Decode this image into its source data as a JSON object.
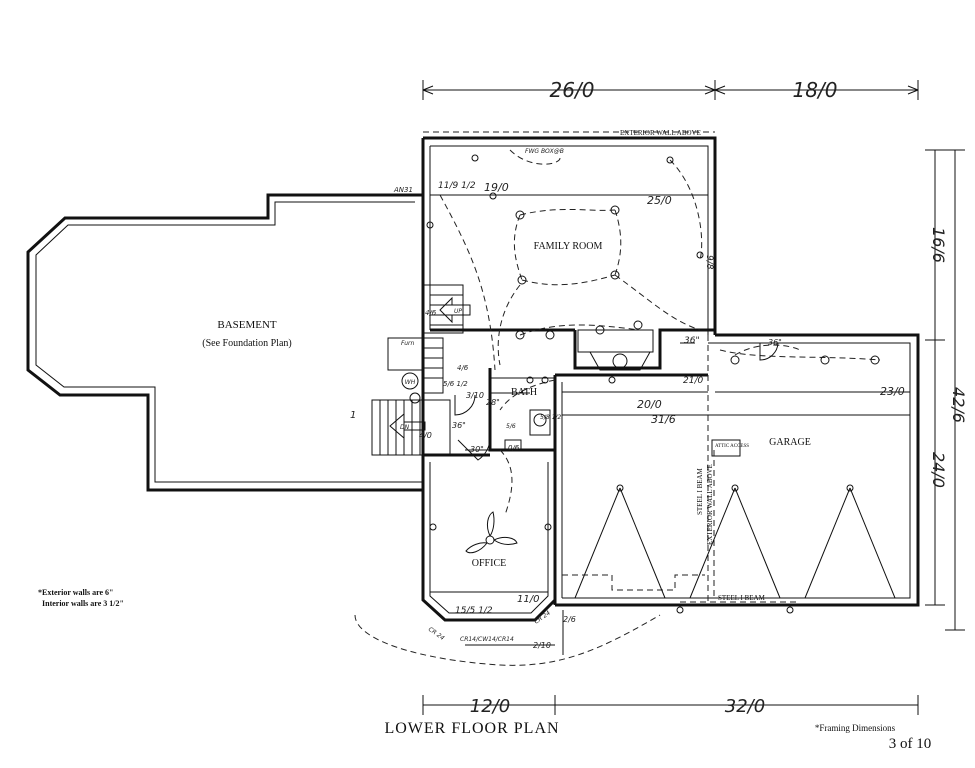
{
  "title": "LOWER FLOOR PLAN",
  "page_number": "3 of 10",
  "framing_note": "*Framing Dimensions",
  "wall_notes": [
    "*Exterior walls are 6\"",
    "Interior walls are 3 1/2\""
  ],
  "rooms": {
    "basement": "BASEMENT",
    "basement_note": "(See Foundation Plan)",
    "family_room": "FAMILY ROOM",
    "bath": "BATH",
    "office": "OFFICE",
    "garage": "GARAGE"
  },
  "annotations": {
    "exterior_wall_above_top": "EXTERIOR WALL ABOVE",
    "exterior_wall_above_side": "EXTERIOR WALL ABOVE",
    "steel_beam_vertical": "STEEL I BEAM",
    "steel_beam_horizontal": "STEEL I BEAM",
    "fwg_box": "FWG BOX@B",
    "attic_access": "ATTIC ACCESS",
    "furn": "Furn",
    "wh": "WH",
    "up": "UP",
    "dn": "DN",
    "an31": "AN31",
    "cr24_left": "CR 24",
    "cr24_right": "CR 24",
    "window_bottom": "CR14/CW14/CR14",
    "note_1": "1"
  },
  "dimensions": {
    "top_left": "26/0",
    "top_right": "18/0",
    "right_upper": "16/6",
    "right_lower": "24/0",
    "right_total": "42/6",
    "bottom_left": "12/0",
    "bottom_right": "32/0",
    "fr_width": "25/0",
    "fr_left": "11/9 1/2",
    "fr_inner": "19/0",
    "fr_height": "9/8",
    "g_width_a": "20/0",
    "g_width_b": "31/6",
    "g_width_c": "23/0",
    "o_width": "11/0",
    "o_window": "15/5 1/2",
    "d_36_a": "36\"",
    "d_36_b": "36\"",
    "d_36_c": "36\"",
    "d_30": "30\"",
    "d_28": "28\"",
    "d_21": "21/0",
    "d_2_6": "2/6",
    "d_2_10": "2/10",
    "d_3_10": "3/10",
    "d_4_0": "4/0",
    "d_5_6": "5/6 1/2",
    "d_5_8": "5/8 1/2",
    "d_4_6": "4/6",
    "d_5_6b": "5/6",
    "d_4_6b": "4/6",
    "d_0_6": "0/6"
  }
}
